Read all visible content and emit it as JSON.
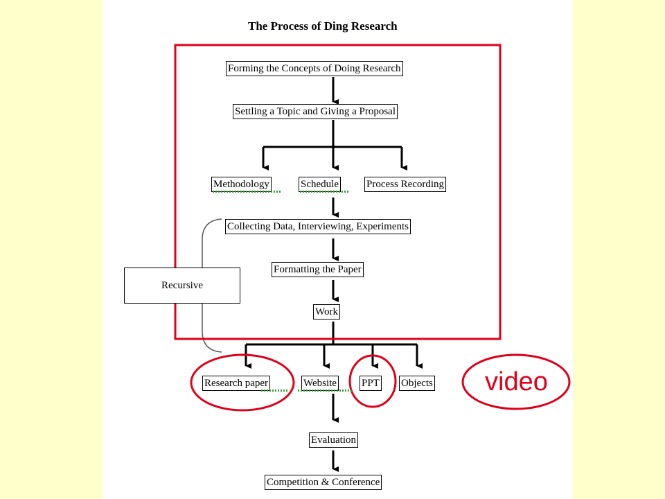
{
  "colors": {
    "slide_background": "#ffffcc",
    "page_background": "#ffffff",
    "highlight": "#e0001a",
    "text": "#000000"
  },
  "diagram": {
    "title": "The Process of Ding Research",
    "steps": {
      "concepts": "Forming the Concepts of Doing Research",
      "topic": "Settling a Topic and Giving a Proposal",
      "methodology": "Methodology",
      "schedule": "Schedule",
      "process_recording": "Process Recording",
      "collecting": "Collecting Data, Interviewing, Experiments",
      "formatting": "Formatting the Paper",
      "work": "Work",
      "research_paper": "Research paper",
      "website": "Website",
      "ppt": "PPT",
      "objects": "Objects",
      "evaluation": "Evaluation",
      "competition": "Competition & Conference"
    },
    "recursive_label": "Recursive"
  },
  "annotations": {
    "callout": "video"
  }
}
